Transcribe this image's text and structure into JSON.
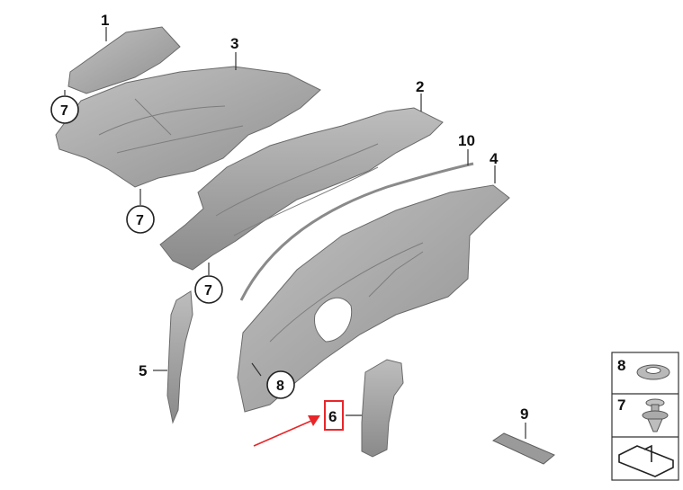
{
  "colors": {
    "part_fill": "#a9a9a9",
    "part_stroke": "#6a6a6a",
    "highlight_box": "#e8262a",
    "arrow": "#e8262a",
    "leader": "#333333"
  },
  "callouts": {
    "part1": "1",
    "part2": "2",
    "part3": "3",
    "part4": "4",
    "part5": "5",
    "part6": "6",
    "part9": "9",
    "part10": "10"
  },
  "circled": {
    "c7a": "7",
    "c7b": "7",
    "c7c": "7",
    "c8": "8"
  },
  "legend": {
    "item8": "8",
    "item7": "7"
  },
  "highlighted_part": "6"
}
